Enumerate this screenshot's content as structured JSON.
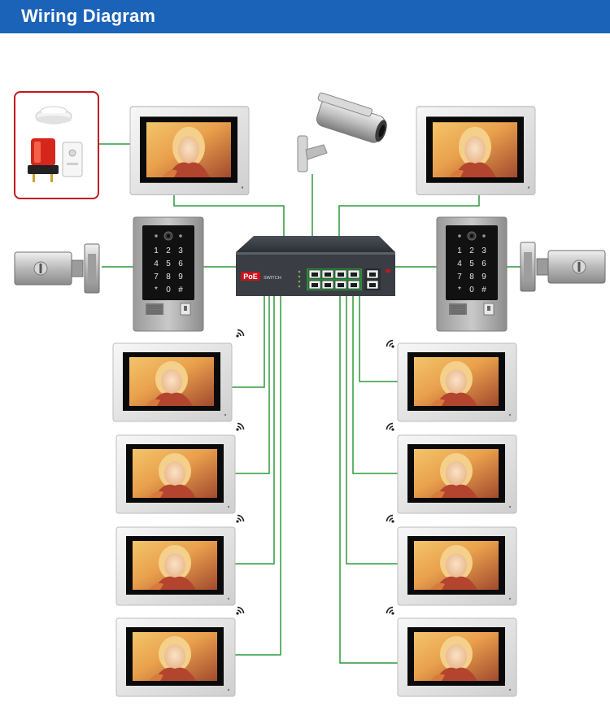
{
  "header": {
    "title": "Wiring Diagram",
    "background_color": "#1a63b8",
    "text_color": "#ffffff"
  },
  "wire_color": "#2f9a3c",
  "alarm_box_border_color": "#c4161c",
  "switch": {
    "brand": "PoE",
    "model": "SWITCH",
    "icon": "poe-switch-icon"
  },
  "door_station": {
    "keypad_keys": [
      "1",
      "2",
      "3",
      "4",
      "5",
      "6",
      "7",
      "8",
      "9",
      "*",
      "0",
      "#"
    ]
  },
  "icons": {
    "monitor": "indoor-monitor-icon",
    "camera": "cctv-camera-icon",
    "lock": "electric-lock-icon",
    "alarm": "alarm-sensor-icon",
    "wifi": "wifi-icon",
    "door_station": "door-station-icon"
  }
}
